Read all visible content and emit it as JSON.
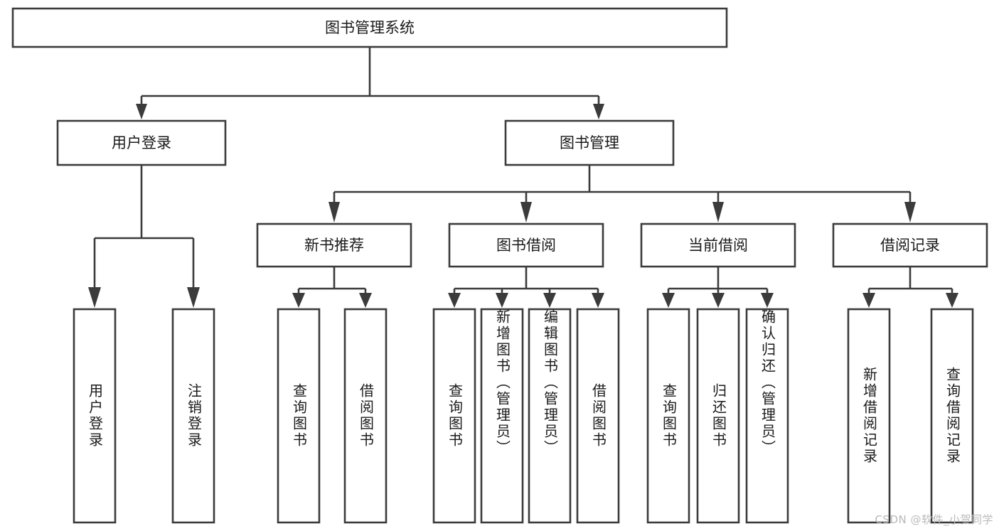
{
  "diagram": {
    "type": "tree-hierarchy",
    "title": "图书管理系统",
    "stroke_color": "#3b3b3b",
    "fill_color": "#ffffff",
    "text_color": "#1a1a1a",
    "root": {
      "label": "图书管理系统"
    },
    "level2": [
      {
        "label": "用户登录"
      },
      {
        "label": "图书管理"
      }
    ],
    "level3": [
      {
        "label": "新书推荐"
      },
      {
        "label": "图书借阅"
      },
      {
        "label": "当前借阅"
      },
      {
        "label": "借阅记录"
      }
    ],
    "leaves": {
      "user_login": [
        {
          "label": "用户登录"
        },
        {
          "label": "注销登录"
        }
      ],
      "new_book_recommend": [
        {
          "label": "查询图书"
        },
        {
          "label": "借阅图书"
        }
      ],
      "book_borrow": [
        {
          "label": "查询图书"
        },
        {
          "label": "新增图书（管理员）"
        },
        {
          "label": "编辑图书（管理员）"
        },
        {
          "label": "借阅图书"
        }
      ],
      "current_borrow": [
        {
          "label": "查询图书"
        },
        {
          "label": "归还图书"
        },
        {
          "label": "确认归还（管理员）"
        }
      ],
      "borrow_record": [
        {
          "label": "新增借阅记录"
        },
        {
          "label": "查询借阅记录"
        }
      ]
    }
  },
  "watermark": {
    "text": "CSDN @软件_小贺同学"
  }
}
